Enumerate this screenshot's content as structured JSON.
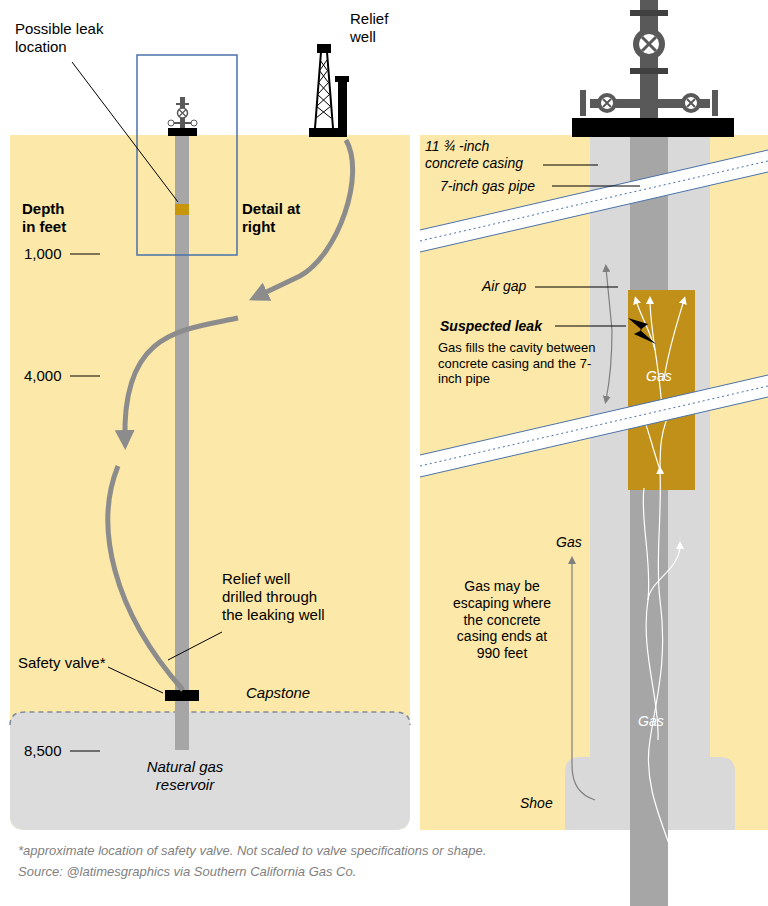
{
  "diagram": {
    "labels": [
      "Possible leak location",
      "Relief well",
      "Depth in feet",
      "Detail at right",
      "1,000",
      "4,000",
      "Relief well drilled through the leaking well",
      "Safety valve*",
      "Capstone",
      "8,500",
      "Natural gas reservoir",
      "11 ¾ -inch concrete casing",
      "7-inch gas pipe",
      "Air gap",
      "Suspected leak",
      "Gas fills the cavity between concrete casing and the 7-inch pipe",
      "Gas",
      "Gas",
      "Gas may be escaping where the concrete casing ends at 990 feet",
      "Gas",
      "Shoe",
      "*approximate location of safety valve. Not scaled to valve specifications or shape.",
      "Source: @latimesgraphics via Southern California Gas Co."
    ]
  }
}
